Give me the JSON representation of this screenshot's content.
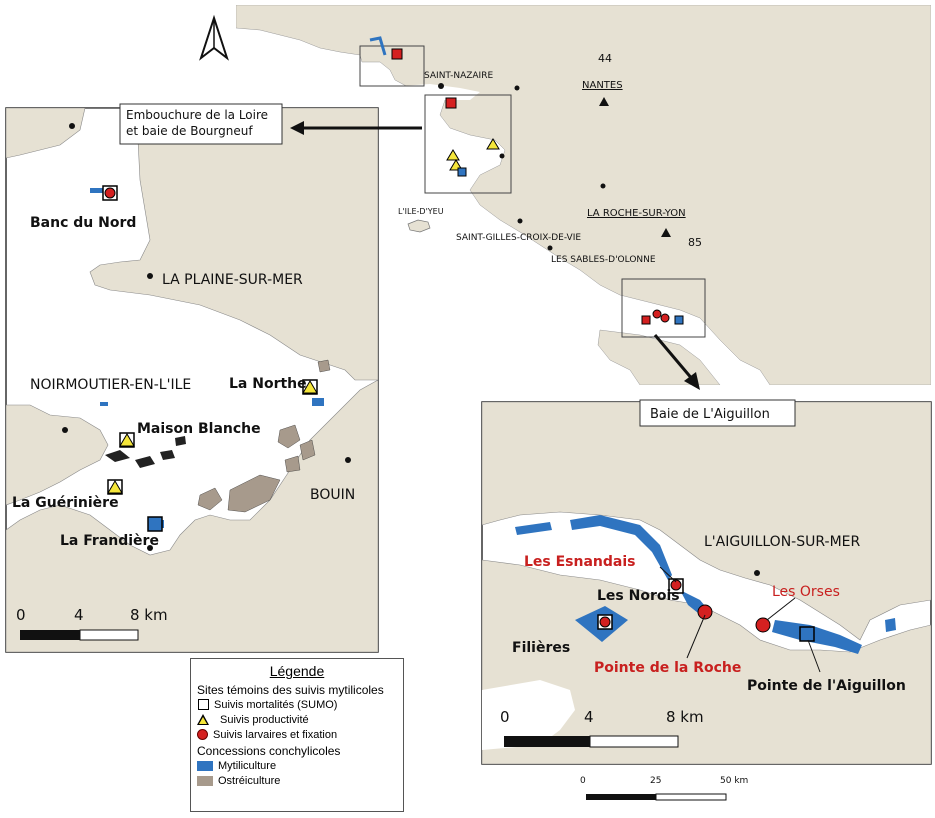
{
  "colors": {
    "land": "#e6e1d3",
    "sea": "#ffffff",
    "mussel": "#2f74c0",
    "oyster": "#a79a8c",
    "larval": "#d42020",
    "productivity": "#f5e63a",
    "annotation_red": "#c8201f"
  },
  "icons": [
    "north-arrow-icon"
  ],
  "overview": {
    "department_44": "44",
    "department_85": "85",
    "cities": {
      "saint_nazaire": "SAINT-NAZAIRE",
      "nantes": "NANTES",
      "ile_d_yeu": "L'ILE-D'YEU",
      "la_roche_sur_yon": "LA ROCHE-SUR-YON",
      "saint_gilles": "SAINT-GILLES-CROIX-DE-VIE",
      "les_sables": "LES SABLES-D'OLONNE"
    },
    "scale": {
      "ticks": [
        "0",
        "25",
        "50 km"
      ]
    }
  },
  "loire_inset": {
    "title_line1": "Embouchure de la Loire",
    "title_line2": "et baie de Bourgneuf",
    "sites": {
      "banc_du_nord": "Banc du Nord",
      "la_northe": "La Northe",
      "maison_blanche": "Maison Blanche",
      "la_gueriniere": "La Guérinière",
      "la_frandiere": "La Frandière"
    },
    "towns": {
      "la_plaine": "LA PLAINE-SUR-MER",
      "noirmoutier": "NOIRMOUTIER-EN-L'ILE",
      "bouin": "BOUIN"
    },
    "scale": {
      "ticks": [
        "0",
        "4",
        "8 km"
      ]
    }
  },
  "aiguillon_inset": {
    "title": "Baie de L'Aiguillon",
    "town": "L'AIGUILLON-SUR-MER",
    "sites": {
      "les_esnandais": "Les Esnandais",
      "les_norois": "Les Norois",
      "les_orses": "Les Orses",
      "filieres": "Filières",
      "pointe_de_la_roche": "Pointe de la Roche",
      "pointe_de_l_aiguillon": "Pointe de l'Aiguillon"
    },
    "scale": {
      "ticks": [
        "0",
        "4",
        "8 km"
      ]
    }
  },
  "legend": {
    "title": "Légende",
    "group1": "Sites témoins des suivis mytilicoles",
    "item_mortality": "Suivis mortalités (SUMO)",
    "item_productivity": "Suivis productivité",
    "item_larval": "Suivis larvaires et fixation",
    "group2": "Concessions conchylicoles",
    "item_mussel": "Mytiliculture",
    "item_oyster": "Ostréiculture"
  }
}
